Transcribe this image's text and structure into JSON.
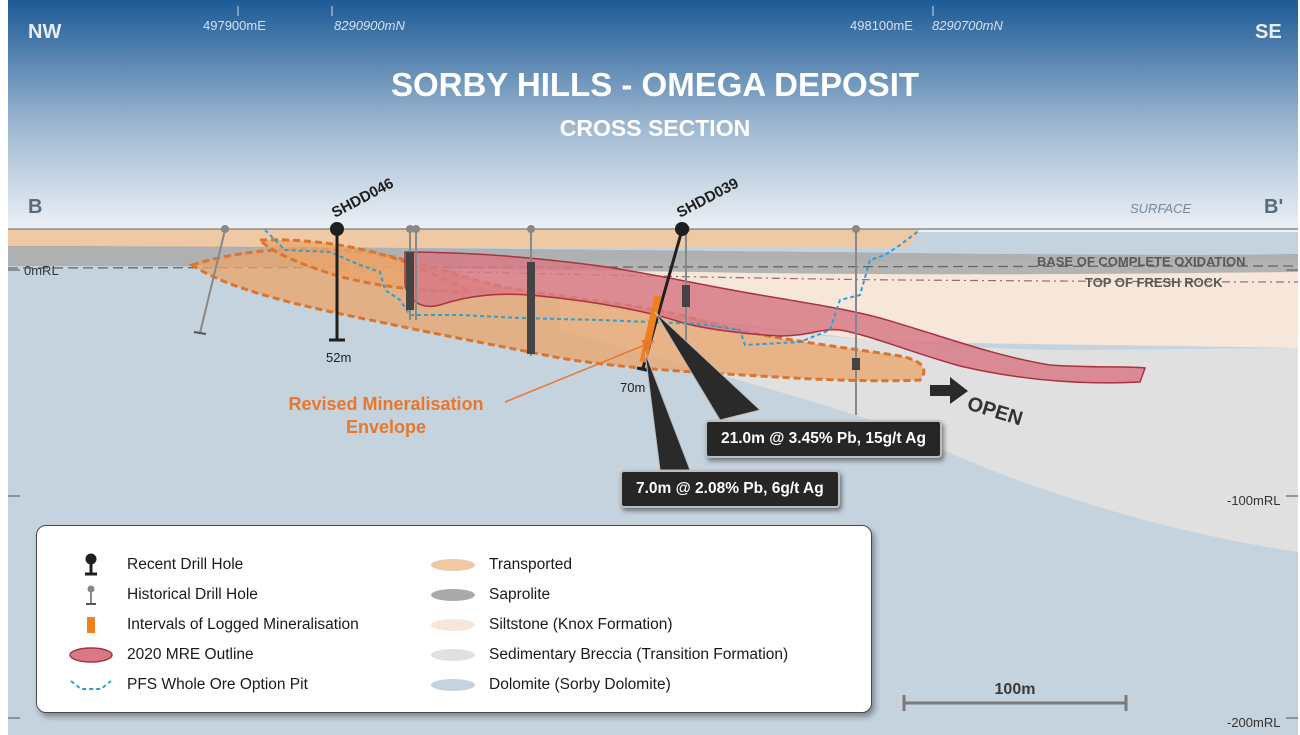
{
  "title": "SORBY HILLS -  OMEGA DEPOSIT",
  "subtitle": "CROSS SECTION",
  "orientation": {
    "left": "NW",
    "right": "SE"
  },
  "section_ends": {
    "left": "B",
    "right": "B'"
  },
  "coordinates": {
    "e1": "497900mE",
    "n1": "8290900mN",
    "e2": "498100mE",
    "n2": "8290700mN"
  },
  "surface_label": "SURFACE",
  "horizons": {
    "boco": "BASE OF COMPLETE OXIDATION",
    "tofr": "TOP OF FRESH ROCK"
  },
  "rl_labels": {
    "zero": "0mRL",
    "minus100": "-100mRL",
    "minus200": "-200mRL"
  },
  "drill_holes": {
    "shdd046": {
      "name": "SHDD046",
      "depth": "52m"
    },
    "shdd039": {
      "name": "SHDD039",
      "depth": "70m"
    }
  },
  "envelope_label": {
    "line1": "Revised Mineralisation",
    "line2": "Envelope"
  },
  "open_label": "OPEN",
  "intercepts": [
    "21.0m @ 3.45% Pb, 15g/t Ag",
    "7.0m @ 2.08% Pb, 6g/t Ag"
  ],
  "scale_bar": "100m",
  "legend": {
    "left": [
      {
        "icon": "recent-drill-hole-icon",
        "label": "Recent Drill Hole"
      },
      {
        "icon": "historical-drill-hole-icon",
        "label": "Historical Drill Hole"
      },
      {
        "icon": "mineralisation-interval-icon",
        "label": "Intervals of Logged Mineralisation"
      },
      {
        "icon": "mre-outline-icon",
        "label": "2020 MRE Outline"
      },
      {
        "icon": "pit-outline-icon",
        "label": "PFS Whole Ore Option Pit"
      }
    ],
    "right": [
      {
        "color": "#efc9a4",
        "label": "Transported"
      },
      {
        "color": "#a9a9a9",
        "label": "Saprolite"
      },
      {
        "color": "#f7e6da",
        "label": "Siltstone (Knox Formation)"
      },
      {
        "color": "#e0e0e0",
        "label": "Sedimentary Breccia (Transition Formation)"
      },
      {
        "color": "#c5d3df",
        "label": "Dolomite (Sorby Dolomite)"
      }
    ]
  },
  "colors": {
    "sky_top": "#1d5a96",
    "sky_bottom": "#e9eef3",
    "transported": "#efc9a4",
    "saprolite": "#a9a9a9",
    "siltstone": "#f7e6da",
    "breccia": "#e0e0e0",
    "dolomite": "#c5d3df",
    "mre": "#d77a86",
    "mre_stroke": "#a8323f",
    "envelope": "#e9a46a",
    "envelope_stroke": "#d9752e",
    "pit": "#2f9fd0",
    "mineralisation": "#f07f1e",
    "annotation": "#e8772c"
  }
}
